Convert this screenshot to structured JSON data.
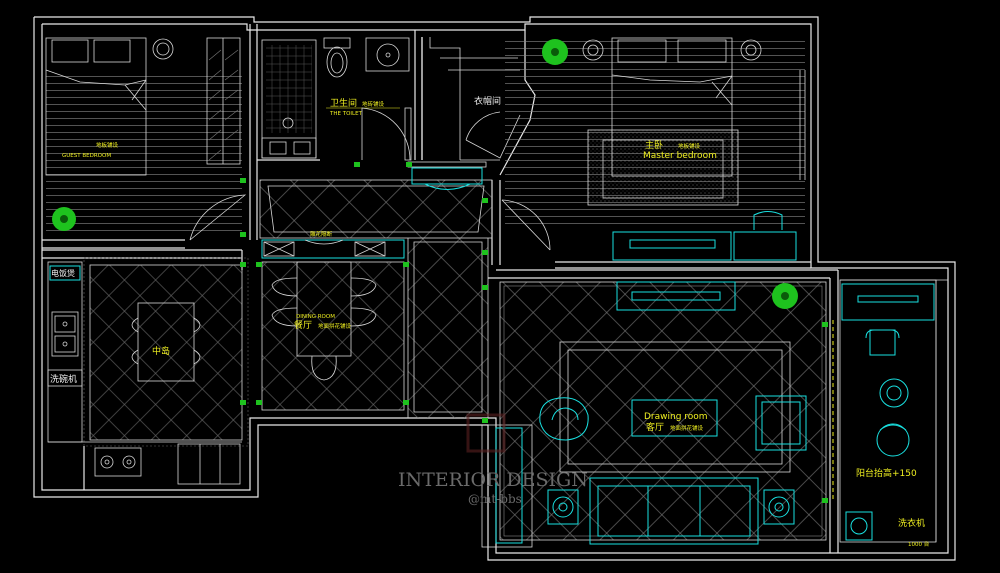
{
  "rooms": {
    "guest_bedroom": {
      "floor_note": "地板铺设",
      "name": "GUEST BEDROOM"
    },
    "toilet": {
      "name_cn": "卫生间",
      "floor_note": "地砖铺设",
      "name_en": "THE TOILET"
    },
    "closet": {
      "name": "衣帽间"
    },
    "master_bedroom": {
      "name_cn": "主卧",
      "floor_note": "地板铺设",
      "name_en": "Master bedroom"
    },
    "kitchen": {
      "rice_cooker": "电饭煲",
      "island": "中岛",
      "dishwasher": "洗碗机"
    },
    "dining": {
      "screen_note": "雕花隔断",
      "name_en": "DINING ROOM",
      "name_cn": "餐厅",
      "floor_note": "地面拼花铺设"
    },
    "living": {
      "name_en": "Drawing room",
      "name_cn": "客厅",
      "floor_note": "地面拼花铺设"
    },
    "balcony": {
      "note": "阳台抬高+150",
      "washer": "洗衣机",
      "tag": "1000 台"
    }
  },
  "watermark": {
    "line1": "INTERIOR DESIGN",
    "line2": "@mt-bbs"
  },
  "colors": {
    "wall": "#e8e8e8",
    "fixture": "#19e0e0",
    "label": "#f0f020",
    "plant": "#1ec21e",
    "background": "#000000"
  }
}
